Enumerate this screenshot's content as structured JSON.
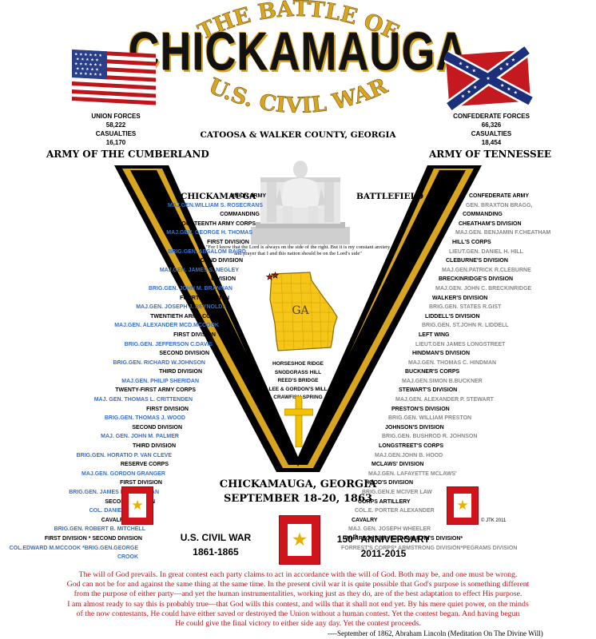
{
  "header": {
    "arc_top": "THE BATTLE OF",
    "main_title": "CHICKAMAUGA",
    "arc_bottom": "U.S. CIVIL WAR",
    "location": "CATOOSA & WALKER COUNTY, GEORGIA"
  },
  "union": {
    "forces_label": "UNION FORCES",
    "forces_value": "58,222",
    "casualties_label": "CASUALTIES",
    "casualties_value": "16,170",
    "army_name": "ARMY OF THE CUMBERLAND",
    "list": [
      {
        "t": "UNION ARMY",
        "c": "n"
      },
      {
        "t": "MAJ.GEN.WILLIAM S. ROSECRANS",
        "c": "b"
      },
      {
        "t": "COMMANDING",
        "c": "n"
      },
      {
        "t": "FOURTEENTH ARMY CORPS",
        "c": "n"
      },
      {
        "t": "MAJ.GEN. GEORGE H. THOMAS",
        "c": "b"
      },
      {
        "t": "FIRST DIVISION",
        "c": "n"
      },
      {
        "t": "BRIG.GEN. ABSALOM BAIRD",
        "c": "b"
      },
      {
        "t": "SECOND DIVISION",
        "c": "n"
      },
      {
        "t": "MAJ.GEN. JAMES S. NEGLEY",
        "c": "b"
      },
      {
        "t": "THIRD DIVISION",
        "c": "n"
      },
      {
        "t": "BRIG.GEN. JOHN M. BRANNAN",
        "c": "b"
      },
      {
        "t": "FOURTH DIVISION",
        "c": "n"
      },
      {
        "t": "MAJ.GEN. JOSEPH J. REYNOLDS",
        "c": "b"
      },
      {
        "t": "TWENTIETH ARMY CORPS",
        "c": "n"
      },
      {
        "t": "MAJ.GEN. ALEXANDER MCD.MCCOOK",
        "c": "b"
      },
      {
        "t": "FIRST DIVISION",
        "c": "n"
      },
      {
        "t": "BRIG.GEN. JEFFERSON C.DAVIS",
        "c": "b"
      },
      {
        "t": "SECOND DIVISION",
        "c": "n"
      },
      {
        "t": "BRIG.GEN. RICHARD W.JOHNSON",
        "c": "b"
      },
      {
        "t": "THIRD DIVISION",
        "c": "n"
      },
      {
        "t": "MAJ.GEN. PHILIP SHERIDAN",
        "c": "b"
      },
      {
        "t": "TWENTY-FIRST ARMY CORPS",
        "c": "n"
      },
      {
        "t": "MAJ. GEN. THOMAS L. CRITTENDEN",
        "c": "b"
      },
      {
        "t": "FIRST DIVISION",
        "c": "n"
      },
      {
        "t": "BRIG.GEN. THOMAS J. WOOD",
        "c": "b"
      },
      {
        "t": "SECOND DIVISION",
        "c": "n"
      },
      {
        "t": "MAJ. GEN. JOHN M. PALMER",
        "c": "b"
      },
      {
        "t": "THIRD DIVISION",
        "c": "n"
      },
      {
        "t": "BRIG.GEN. HORATIO P. VAN CLEVE",
        "c": "b"
      },
      {
        "t": "RESERVE CORPS",
        "c": "n"
      },
      {
        "t": "MAJ.GEN. GORDON GRANGER",
        "c": "b"
      },
      {
        "t": "FIRST DIVISION",
        "c": "n"
      },
      {
        "t": "BRIG.GEN. JAMES B. STEEDMAN",
        "c": "b"
      },
      {
        "t": "SECOND DIVISION",
        "c": "n"
      },
      {
        "t": "COL. DANIEL MCCOOK",
        "c": "b"
      },
      {
        "t": "CAVALRY CORPS",
        "c": "n"
      },
      {
        "t": "BRIG.GEN. ROBERT B. MITCHELL",
        "c": "b"
      },
      {
        "t": "FIRST DIVISION * SECOND DIVISION",
        "c": "n"
      },
      {
        "t": "COL.EDWARD M.MCCOOK *BRIG.GEN.GEORGE CROOK",
        "c": "b"
      }
    ]
  },
  "confederate": {
    "forces_label": "CONFEDERATE FORCES",
    "forces_value": "66,326",
    "casualties_label": "CASUALTIES",
    "casualties_value": "18,454",
    "army_name": "ARMY OF TENNESSEE",
    "list": [
      {
        "t": "CONFEDERATE ARMY",
        "c": "n"
      },
      {
        "t": "GEN. BRAXTON BRAGG,",
        "c": "g"
      },
      {
        "t": "COMMANDING",
        "c": "n"
      },
      {
        "t": "CHEATHAM'S DIVISION",
        "c": "n"
      },
      {
        "t": "MAJ.GEN. BENJAMIN F.CHEATHAM",
        "c": "g"
      },
      {
        "t": "HILL'S CORPS",
        "c": "n"
      },
      {
        "t": "LIEUT.GEN. DANIEL H. HILL",
        "c": "g"
      },
      {
        "t": "CLEBURNE'S DIVISION",
        "c": "n"
      },
      {
        "t": "MAJ.GEN.PATRICK R.CLEBURNE",
        "c": "g"
      },
      {
        "t": "BRECKINRIDGE'S DIVISION",
        "c": "n"
      },
      {
        "t": "MAJ.GEN. JOHN C. BRECKINRIDGE",
        "c": "g"
      },
      {
        "t": "WALKER'S DIVISION",
        "c": "n"
      },
      {
        "t": "BRIG.GEN. STATES R.GIST",
        "c": "g"
      },
      {
        "t": "LIDDELL'S DIVISION",
        "c": "n"
      },
      {
        "t": "BRIG.GEN. ST.JOHN R. LIDDELL",
        "c": "g"
      },
      {
        "t": "LEFT WING",
        "c": "n"
      },
      {
        "t": "LIEUT.GEN JAMES LONGSTREET",
        "c": "g"
      },
      {
        "t": "HINDMAN'S DIVISION",
        "c": "n"
      },
      {
        "t": "MAJ.GEN. THOMAS C. HINDMAN",
        "c": "g"
      },
      {
        "t": "BUCKNER'S CORPS",
        "c": "n"
      },
      {
        "t": "MAJ.GEN.SIMON B.BUCKNER",
        "c": "g"
      },
      {
        "t": "STEWART'S DIVISION",
        "c": "n"
      },
      {
        "t": "MAJ.GEN. ALEXANDER P. STEWART",
        "c": "g"
      },
      {
        "t": "PRESTON'S DIVISION",
        "c": "n"
      },
      {
        "t": "BRIG.GEN. WILLIAM PRESTON",
        "c": "g"
      },
      {
        "t": "JOHNSON'S DIVISION",
        "c": "n"
      },
      {
        "t": "BRIG.GEN. BUSHROD R. JOHNSON",
        "c": "g"
      },
      {
        "t": "LONGSTREET'S CORPS",
        "c": "n"
      },
      {
        "t": "MAJ.GEN.JOHN B. HOOD",
        "c": "g"
      },
      {
        "t": "MCLAWS' DIVISION",
        "c": "n"
      },
      {
        "t": "MAJ.GEN. LAFAYETTE MCLAWS'",
        "c": "g"
      },
      {
        "t": "HOOD'S DIVISION",
        "c": "n"
      },
      {
        "t": "BRIG.GEN.E MCIVER LAW",
        "c": "g"
      },
      {
        "t": "CORPS ARTILLERY",
        "c": "n"
      },
      {
        "t": "COL.E. PORTER ALEXANDER",
        "c": "g"
      },
      {
        "t": "CAVALRY",
        "c": "n"
      },
      {
        "t": "MAJ. GEN. JOSEPH WHEELER",
        "c": "g"
      },
      {
        "t": "WHARTON'S DIVISION*MARTIN'S DIVISION*",
        "c": "n"
      },
      {
        "t": "FORREST'S CORPS* ARMSTRONG DIVISION*PEGRAMS DIVISION",
        "c": "g"
      }
    ]
  },
  "center": {
    "label_left": "CHICKAMAUGA",
    "label_right": "BATTLEFIELD",
    "quote_line1": "\"For I know that the Lord is always on the side of the right.  But it is my constant anxiety",
    "quote_line2": "and prayer that I and this nation should be on the Lord's side\"",
    "state_label": "GA",
    "places": [
      "HORSESHOE RIDGE",
      "SNODGRASS HILL",
      "REED'S BRIDGE",
      "LEE & GORDON'S MILL",
      "CRAWFISH SPRING"
    ]
  },
  "footer": {
    "place": "CHICKAMAUGA, GEORGIA",
    "dates": "SEPTEMBER 18-20, 1863",
    "copyright": "© JTK 2011",
    "war_label": "U.S. CIVIL WAR",
    "war_years": "1861-1865",
    "anniv_num": "150",
    "anniv_sup": "th",
    "anniv_word": "ANNIVERSARY",
    "anniv_years": "2011-2015"
  },
  "lincoln_quote": [
    "The will of God prevails. In great contest each party claims to act in accordance with the will of God. Both may be, and one must be wrong.",
    "God can not be for and against the same thing at the same time. In the present civil war it is quite possible that God's purpose is something different",
    "from the purpose of either party—and yet the human instrumentalities, working just as they do, are of the best adaptation to effect His purpose.",
    "I am almost ready to say this is probably true—that God wills this contest, and wills that it shall not end yet. By his mere quiet power, on the minds",
    "of the now contestants, He could have either saved or destroyed the Union without a human contest. Yet the contest began. And having begun",
    "He could give the final victory to either side any day. Yet the contest proceeds."
  ],
  "signature": "----September of 1862, Abraham Lincoln (Meditation On The Divine Will)",
  "colors": {
    "gold": "#d9a520",
    "union_blue": "#3a6fc4",
    "confederate_gray": "#888888",
    "quote_red": "#c0141b",
    "georgia_yellow": "#f5c518"
  }
}
